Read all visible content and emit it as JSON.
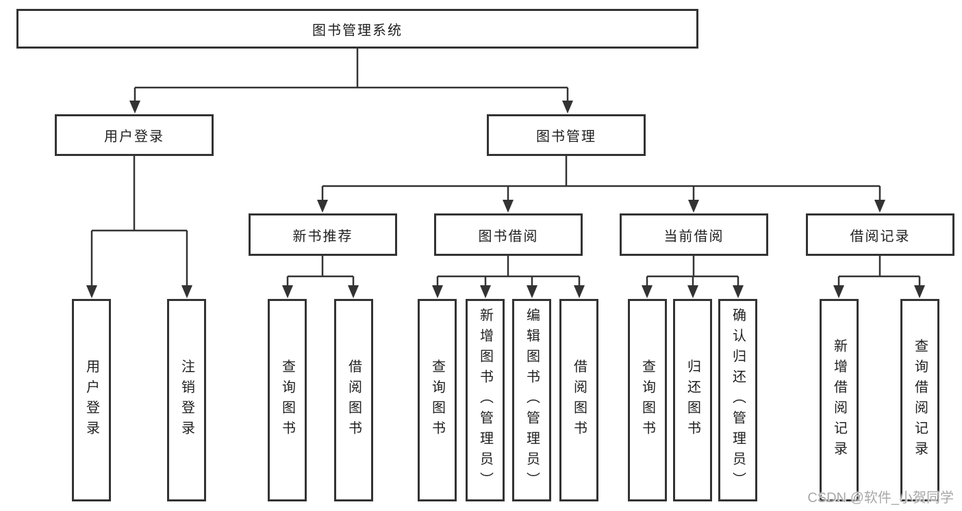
{
  "colors": {
    "line": "#333333",
    "text": "#1f1f1f",
    "background": "#ffffff",
    "watermark": "#a8a8a8"
  },
  "diagram": {
    "root": {
      "label": "图书管理系统"
    },
    "branches": [
      {
        "label": "用户登录",
        "children": [
          {
            "label": "用户登录"
          },
          {
            "label": "注销登录"
          }
        ]
      },
      {
        "label": "图书管理",
        "children": [
          {
            "label": "新书推荐",
            "children": [
              {
                "label": "查询图书"
              },
              {
                "label": "借阅图书"
              }
            ]
          },
          {
            "label": "图书借阅",
            "children": [
              {
                "label": "查询图书"
              },
              {
                "label": "新增图书（管理员）"
              },
              {
                "label": "编辑图书（管理员）"
              },
              {
                "label": "借阅图书"
              }
            ]
          },
          {
            "label": "当前借阅",
            "children": [
              {
                "label": "查询图书"
              },
              {
                "label": "归还图书"
              },
              {
                "label": "确认归还（管理员）"
              }
            ]
          },
          {
            "label": "借阅记录",
            "children": [
              {
                "label": "新增借阅记录"
              },
              {
                "label": "查询借阅记录"
              }
            ]
          }
        ]
      }
    ]
  },
  "watermark": "CSDN @软件_小贺同学"
}
